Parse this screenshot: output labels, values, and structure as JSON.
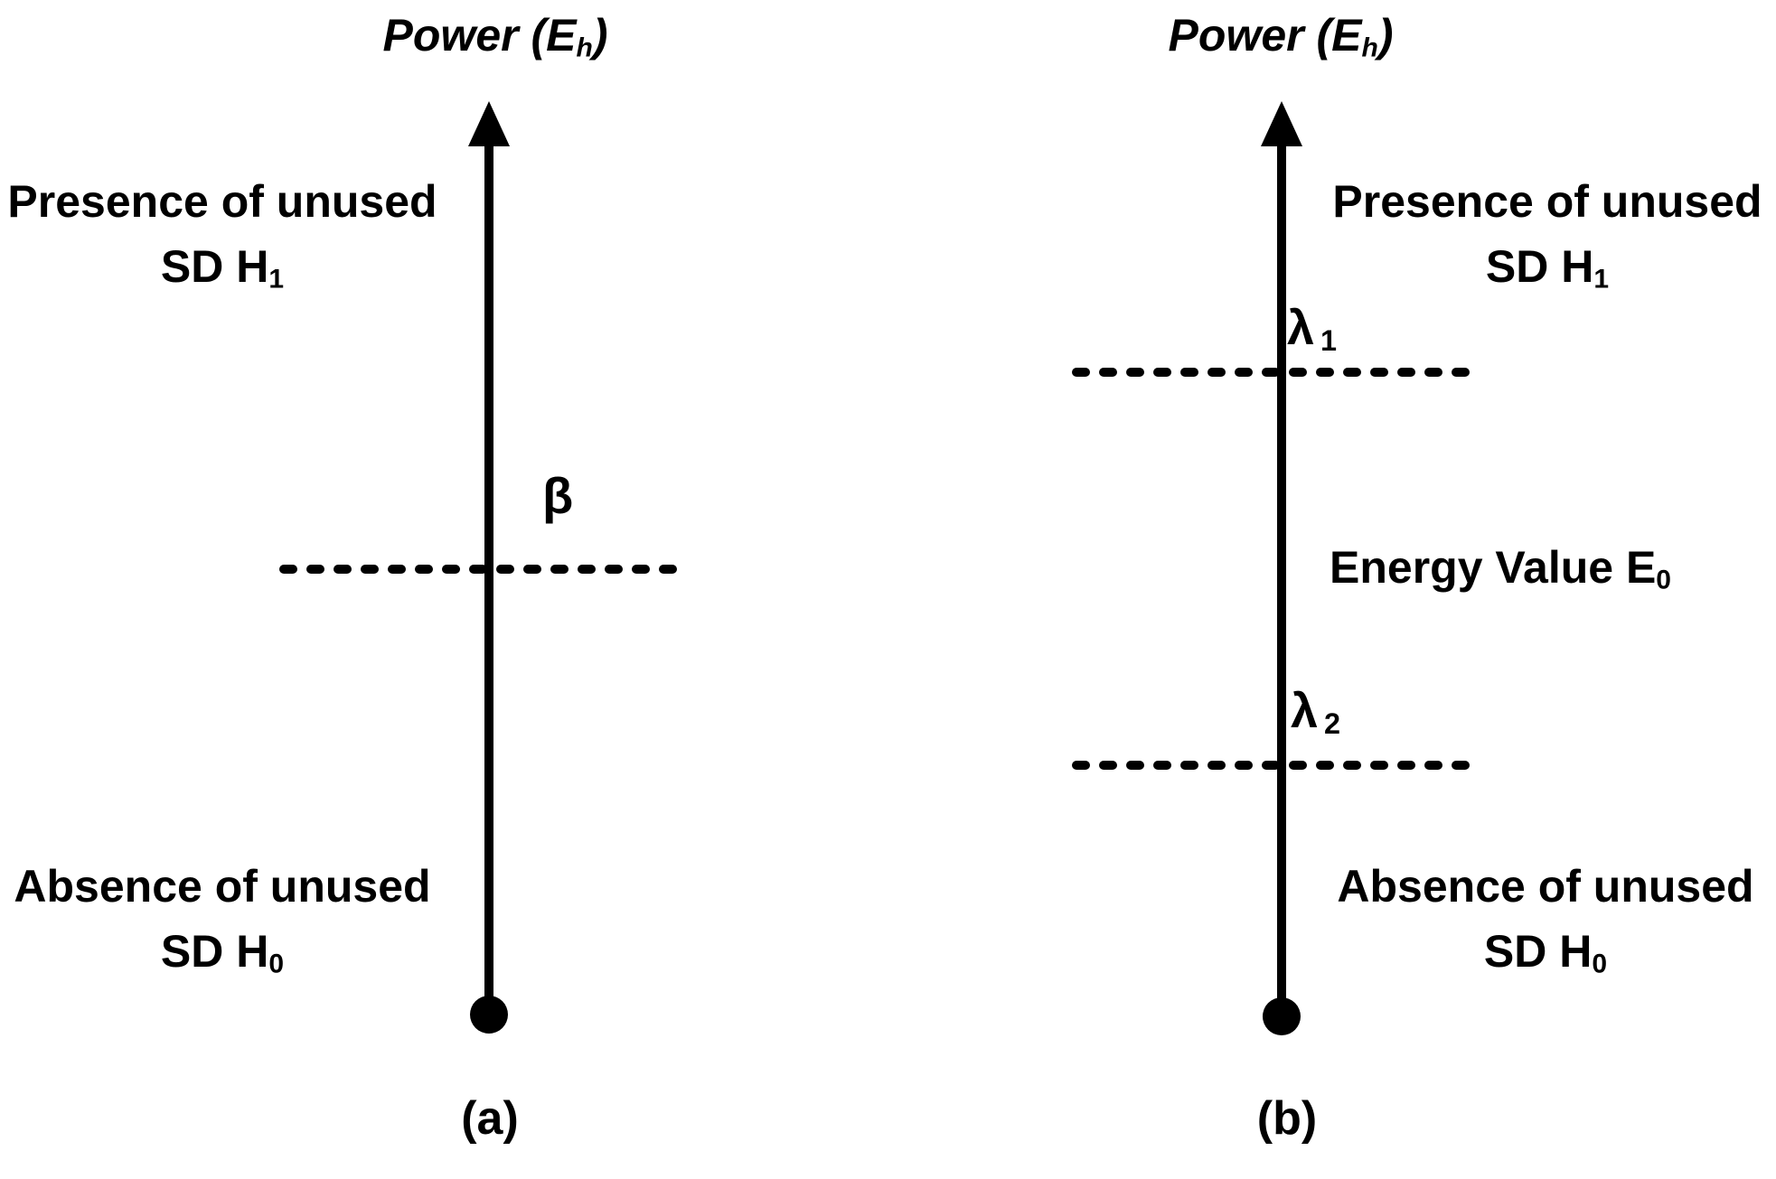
{
  "colors": {
    "ink": "#000000",
    "background": "#ffffff"
  },
  "panel_a": {
    "title": {
      "pre": "Power (E",
      "sub": "h",
      "post": ")"
    },
    "presence_line1": "Presence of unused",
    "presence_line2": {
      "pre": "SD H",
      "sub": "1"
    },
    "beta": "β",
    "absence_line1": "Absence of unused",
    "absence_line2": {
      "pre": "SD H",
      "sub": "0"
    },
    "caption": "(a)"
  },
  "panel_b": {
    "title": {
      "pre": "Power (E",
      "sub": "h",
      "post": ")"
    },
    "presence_line1": "Presence of unused",
    "presence_line2": {
      "pre": "SD H",
      "sub": "1"
    },
    "lambda1": {
      "pre": "λ",
      "sub": "1"
    },
    "energy": {
      "pre": "Energy Value E",
      "sub": "0"
    },
    "lambda2": {
      "pre": "λ",
      "sub": "2"
    },
    "absence_line1": "Absence of unused",
    "absence_line2": {
      "pre": "SD H",
      "sub": "0"
    },
    "caption": "(b)"
  }
}
